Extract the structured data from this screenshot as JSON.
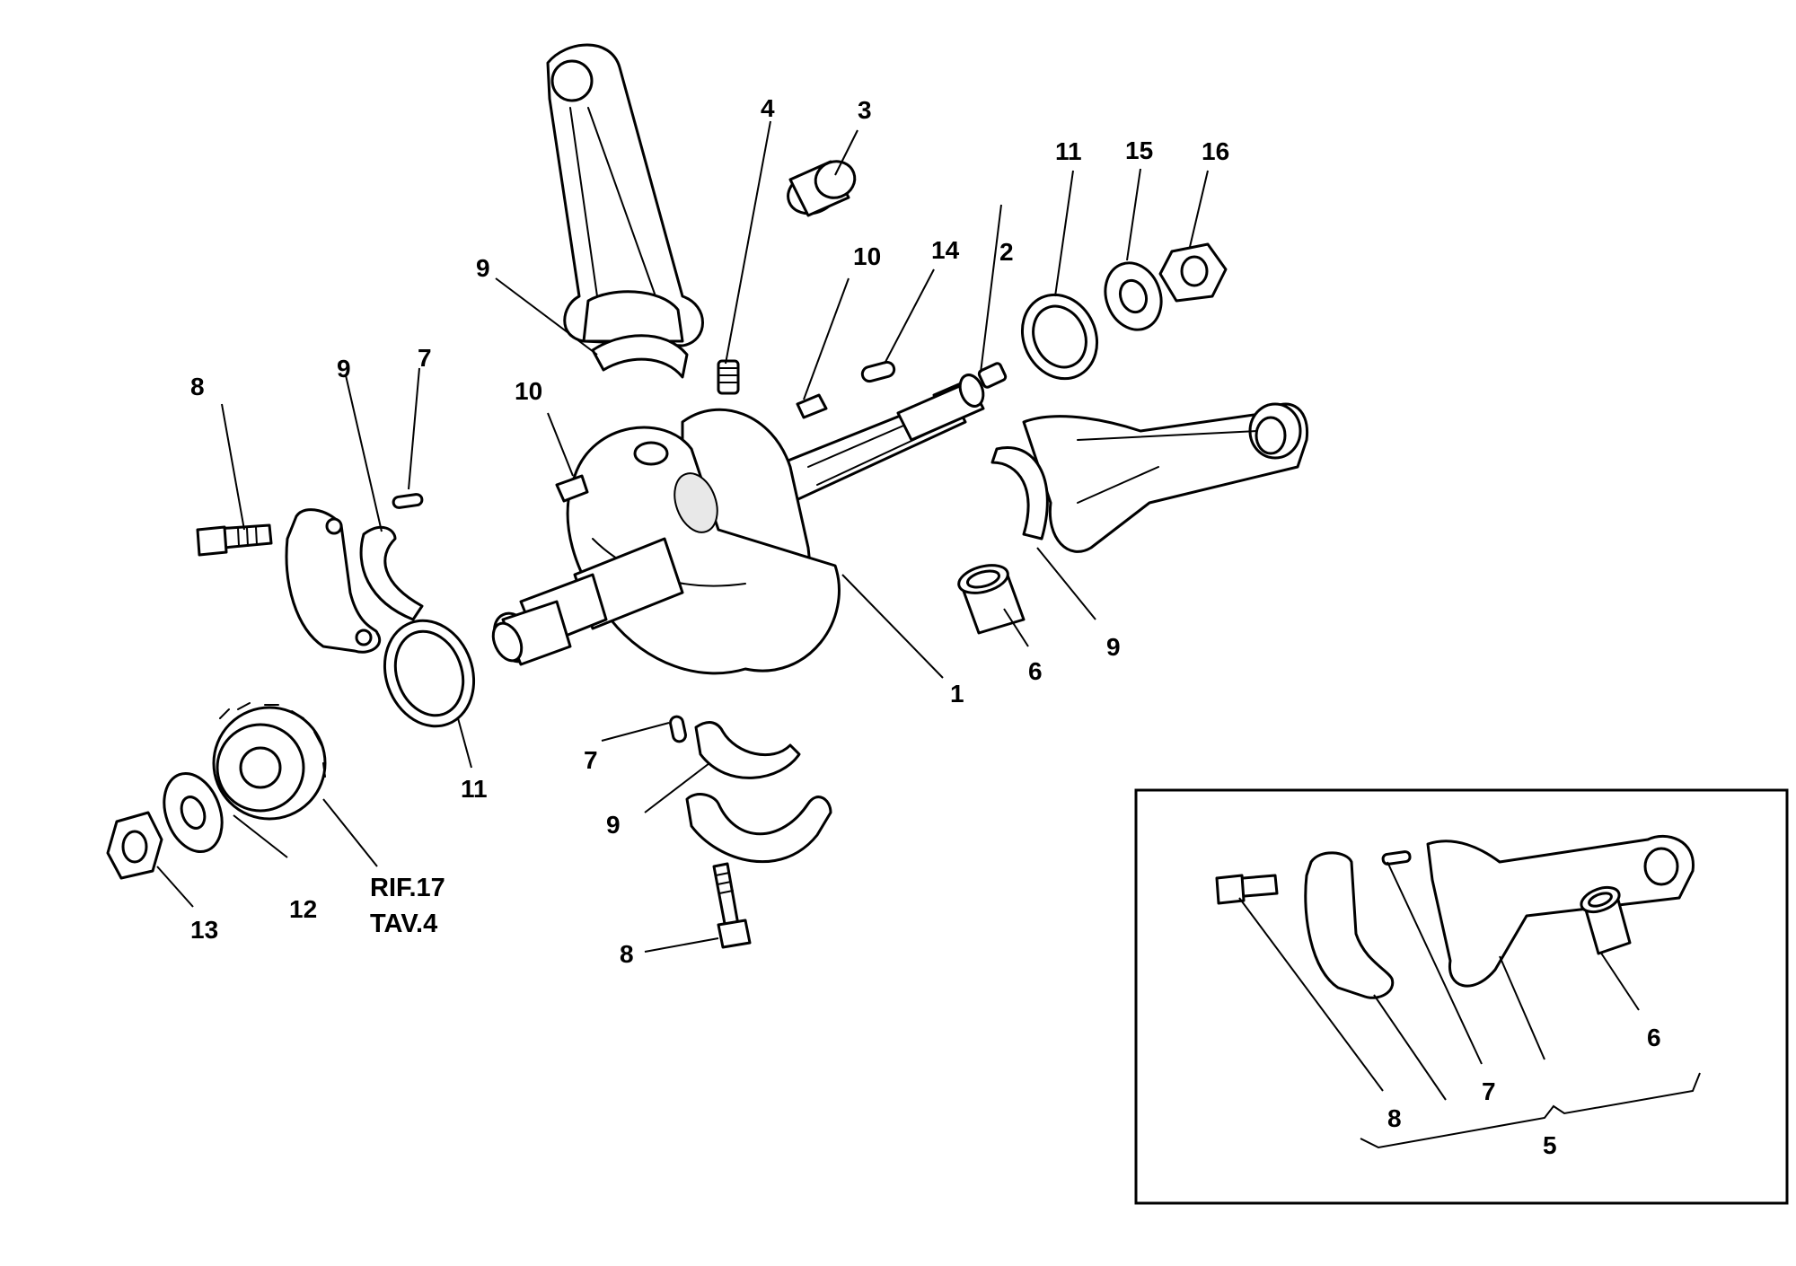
{
  "labels": {
    "crankshaft": "1",
    "grub_screw_right": "2",
    "plug": "3",
    "grub_screw_top": "4",
    "kit_connecting_rod": "5",
    "bush_main": "6",
    "bush_inset": "6",
    "dowel_left": "7",
    "dowel_bottom": "7",
    "dowel_inset": "7",
    "bolt_left": "8",
    "bolt_bottom": "8",
    "bolt_inset": "8",
    "shell_top": "9",
    "shell_left": "9",
    "shell_right": "9",
    "shell_bottom": "9",
    "key_left": "10",
    "key_top": "10",
    "seal_left": "11",
    "seal_right": "11",
    "washer_gear": "12",
    "nut_gear": "13",
    "key_shaft": "14",
    "washer_right": "15",
    "nut_right": "16"
  },
  "reference": {
    "line1": "RIF.17",
    "line2": "TAV.4"
  }
}
